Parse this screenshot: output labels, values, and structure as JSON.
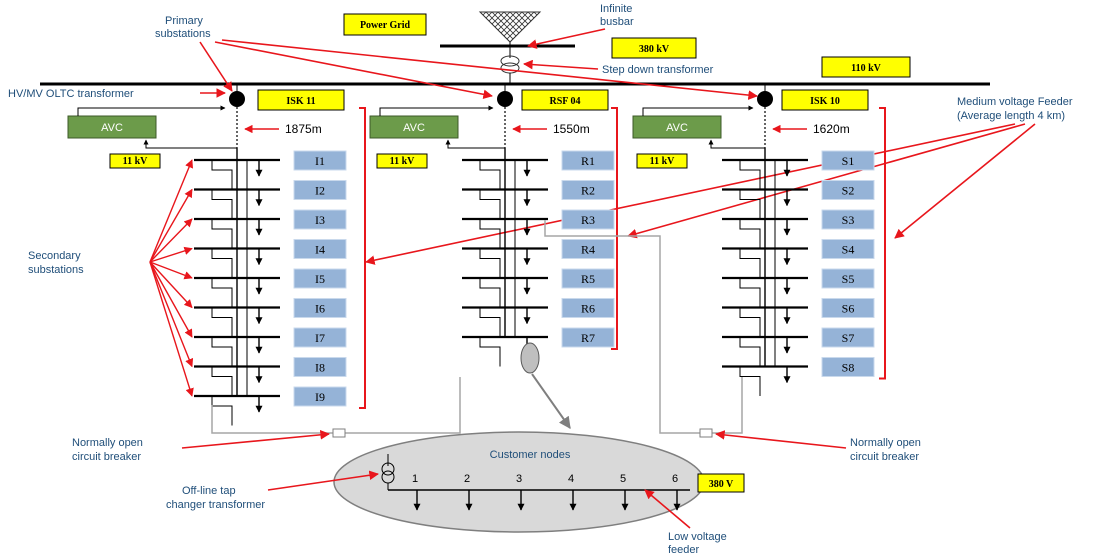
{
  "labels": {
    "power_grid": "Power Grid",
    "infinite_busbar_1": "Infinite",
    "infinite_busbar_2": "busbar",
    "primary_substations_1": "Primary",
    "primary_substations_2": "substations",
    "hv_kv": "380 kV",
    "hv_kv_2": "110 kV",
    "step_down": "Step down transformer",
    "oltc": "HV/MV OLTC transformer",
    "mv_feeder_1": "Medium voltage Feeder",
    "mv_feeder_2": "(Average length 4 km)",
    "secondary_1": "Secondary",
    "secondary_2": "substations",
    "no_cb_left_1": "Normally open",
    "no_cb_left_2": "circuit breaker",
    "no_cb_right_1": "Normally open",
    "no_cb_right_2": "circuit breaker",
    "offline_1": "Off-line tap",
    "offline_2": "changer transformer",
    "customer_nodes": "Customer nodes",
    "lv_1": "Low voltage",
    "lv_2": "feeder",
    "lv_kv": "380 V"
  },
  "feeders": [
    {
      "name": "ISK 11",
      "avc": "AVC",
      "distance": "1875m",
      "kv": "11 kV",
      "substations": [
        "I1",
        "I2",
        "I3",
        "I4",
        "I5",
        "I6",
        "I7",
        "I8",
        "I9"
      ]
    },
    {
      "name": "RSF 04",
      "avc": "AVC",
      "distance": "1550m",
      "kv": "11 kV",
      "substations": [
        "R1",
        "R2",
        "R3",
        "R4",
        "R5",
        "R6",
        "R7"
      ]
    },
    {
      "name": "ISK 10",
      "avc": "AVC",
      "distance": "1620m",
      "kv": "11 kV",
      "substations": [
        "S1",
        "S2",
        "S3",
        "S4",
        "S5",
        "S6",
        "S7",
        "S8"
      ]
    }
  ],
  "customer_node_numbers": [
    "1",
    "2",
    "3",
    "4",
    "5",
    "6"
  ],
  "colors": {
    "annotation": "#1f4e79",
    "arrow": "#e8161c",
    "yellow_box": "#ffff00",
    "avc_box": "#6c9b4a",
    "substation_box": "#95b3d7",
    "ellipse": "#d9d9d9"
  }
}
